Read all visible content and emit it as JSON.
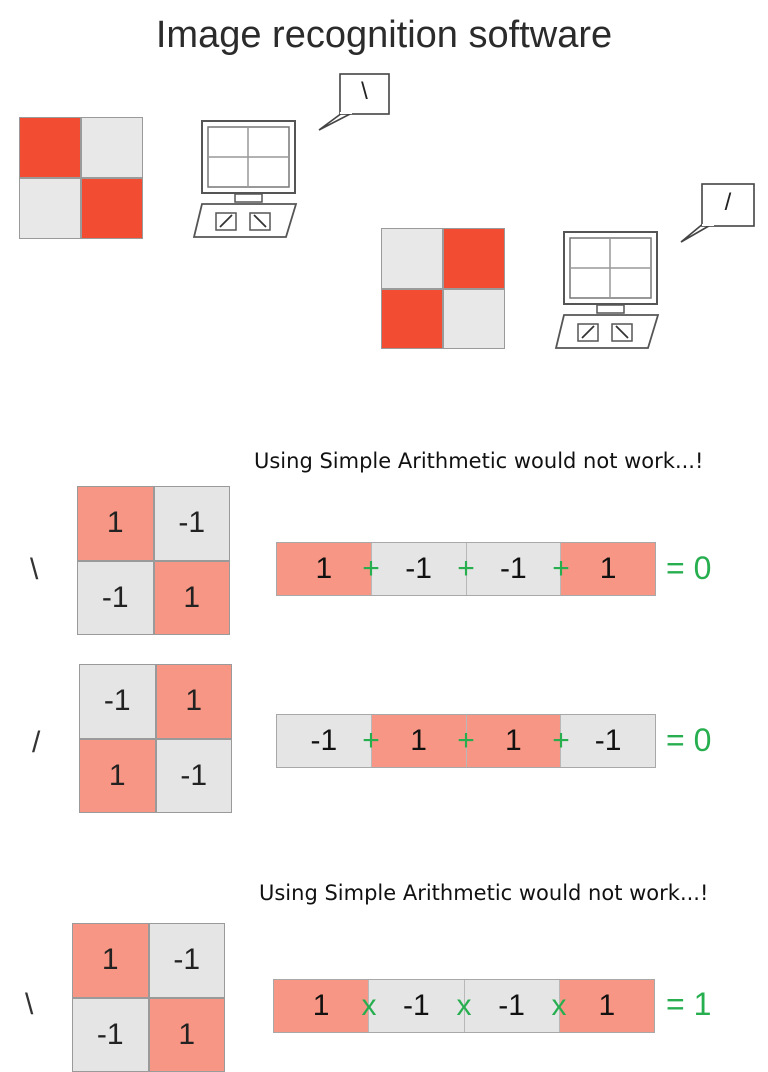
{
  "title": "Image recognition software",
  "bubbles": {
    "first": "\\",
    "second": "/"
  },
  "examples": [
    {
      "caption": "Using Simple Arithmetic would not work...!",
      "rows": [
        {
          "label": "\\",
          "matrix": [
            "1",
            "-1",
            "-1",
            "1"
          ],
          "strip": [
            "1",
            "-1",
            "-1",
            "1"
          ],
          "operators": [
            "+",
            "+",
            "+"
          ],
          "result": "= 0"
        },
        {
          "label": "/",
          "matrix": [
            "-1",
            "1",
            "1",
            "-1"
          ],
          "strip": [
            "-1",
            "1",
            "1",
            "-1"
          ],
          "operators": [
            "+",
            "+",
            "+"
          ],
          "result": "= 0"
        }
      ]
    },
    {
      "caption": "Using Simple Arithmetic would not work...!",
      "rows": [
        {
          "label": "\\",
          "matrix": [
            "1",
            "-1",
            "-1",
            "1"
          ],
          "strip": [
            "1",
            "-1",
            "-1",
            "1"
          ],
          "operators": [
            "x",
            "x",
            "x"
          ],
          "result": "= 1"
        }
      ]
    }
  ],
  "colors": {
    "pixel_dark": "#f24d32",
    "pixel_light": "#e8e8e8",
    "cell_positive": "#f79684",
    "cell_negative": "#e5e5e5",
    "operator": "#27ae4f"
  }
}
